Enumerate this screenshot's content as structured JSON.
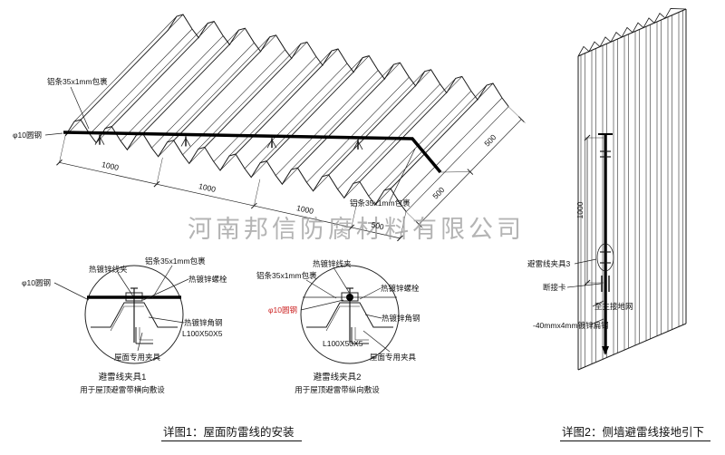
{
  "watermark": "河南邦信防腐材料有限公司",
  "roof": {
    "strip_label_top": "铝条35x1mm包裹",
    "strip_label_right": "铝条35x1mm包裹",
    "rod_label": "φ10圆钢",
    "dims_bottom": [
      "1000",
      "1000",
      "1000",
      "500"
    ],
    "dims_right": [
      "500",
      "500"
    ]
  },
  "detail1": {
    "clamp": "热镀锌线夹",
    "strip": "铝条35x1mm包裹",
    "bolt": "热镀锌螺栓",
    "rod": "φ10圆钢",
    "angle_steel": "热镀锌角钢",
    "angle_spec": "L100X50X5",
    "fixture": "屋面专用夹具",
    "title": "避雷线夹具1",
    "subtitle": "用于屋顶避雷带横向敷设"
  },
  "detail2": {
    "clamp": "热镀锌线夹",
    "strip": "铝条35x1mm包裹",
    "bolt": "热镀锌螺栓",
    "rod": "φ10圆钢",
    "angle_steel": "热镀锌角钢",
    "angle_spec": "L100X50X5",
    "fixture": "屋面专用夹具",
    "title": "避雷线夹具2",
    "subtitle": "用于屋顶避雷带纵向敷设"
  },
  "wall": {
    "dim": "1000",
    "clamp3": "避雷线夹具3",
    "disconnect": "断接卡",
    "to_ground": "至主接地网",
    "flat_steel": "-40mmx4mm镀锌扁钢"
  },
  "captions": {
    "fig1": "详图1：屋面防雷线的安装",
    "fig2": "详图2：侧墙避雷线接地引下"
  },
  "colors": {
    "line": "#1a1a1a",
    "accent_red": "#cc2222",
    "watermark": "#9b9b9b"
  }
}
